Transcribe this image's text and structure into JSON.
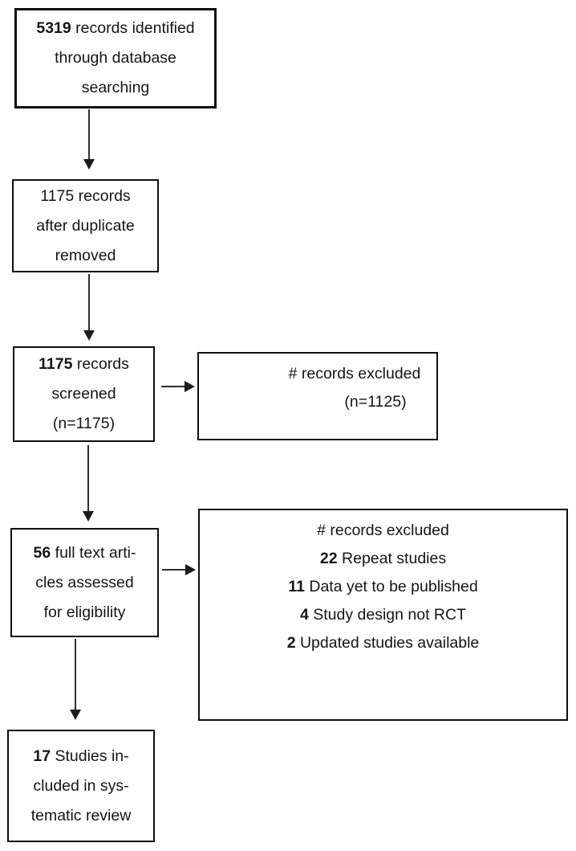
{
  "page": {
    "background_color": "#ffffff",
    "ink_color": "#151515"
  },
  "flowchart": {
    "identified": {
      "num": "5319",
      "line1_rest": " records identified",
      "line2": "through database",
      "line3": "searching"
    },
    "deduplicated": {
      "line1": "1175 records",
      "line2": "after duplicate",
      "line3": "removed"
    },
    "screened": {
      "num": "1175",
      "line1_rest": " records",
      "line2": "screened",
      "line3": "(n=1175)"
    },
    "excluded_screening": {
      "line1": "# records excluded",
      "line2": "(n=1125)"
    },
    "fulltext": {
      "num": "56",
      "line1_rest": " full text arti-",
      "line2": "cles assessed",
      "line3": "for eligibility"
    },
    "excluded_fulltext": {
      "title": "# records excluded",
      "reasons": [
        {
          "num": "22",
          "text": " Repeat studies"
        },
        {
          "num": "11",
          "text": " Data yet to be published"
        },
        {
          "num": "4",
          "text": " Study design not RCT"
        },
        {
          "num": "2",
          "text": " Updated studies available"
        }
      ]
    },
    "included": {
      "num": "17",
      "line1_rest": " Studies in-",
      "line2": "cluded in sys-",
      "line3": "tematic review"
    }
  }
}
